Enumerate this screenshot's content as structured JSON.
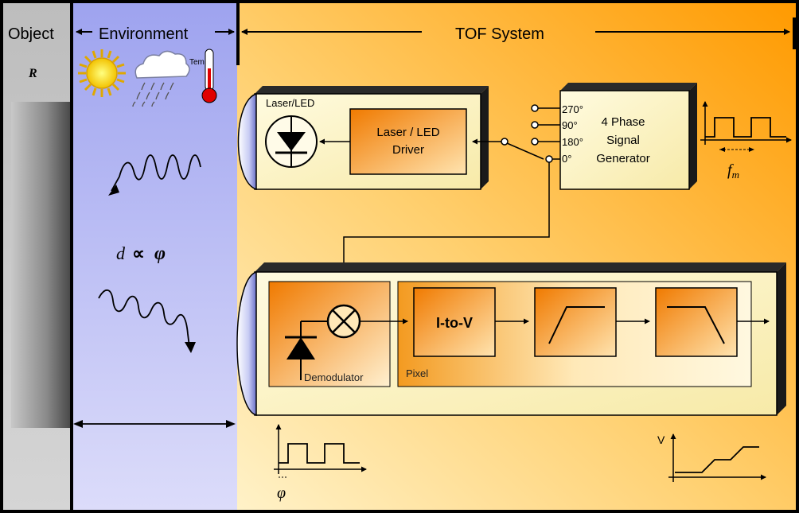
{
  "regions": {
    "object": "Object",
    "environment": "Environment",
    "tof_system": "TOF System"
  },
  "object_label": "R",
  "weather_temp_label": "Temp",
  "equation": {
    "d": "d",
    "prop": "∝",
    "phi": "φ"
  },
  "emitter": {
    "title": "Laser/LED",
    "driver_line1": "Laser / LED",
    "driver_line2": "Driver"
  },
  "signal_generator": {
    "line1": "4 Phase",
    "line2": "Signal",
    "line3": "Generator",
    "phases": [
      "270°",
      "90°",
      "180°",
      "0°"
    ]
  },
  "modulation_freq_label": "fm",
  "receiver": {
    "demodulator_label": "Demodulator",
    "pixel_label": "Pixel",
    "i_to_v_label": "I-to-V"
  },
  "received_phase_label": "φ",
  "voltage_axis_label": "V",
  "colors": {
    "object_band": "#b8b8b8",
    "environment_band": "#a4a8f2",
    "tof_band": "#ffb020",
    "box_fill": "#fff3c0",
    "accent_orange": "#f08a10"
  }
}
